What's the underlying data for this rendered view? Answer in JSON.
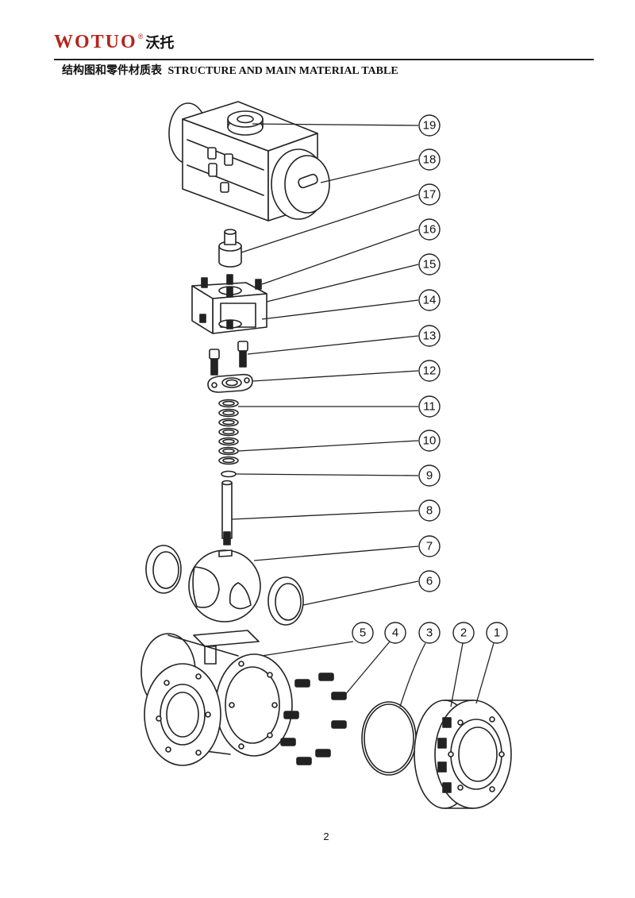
{
  "header": {
    "brand": "WOTUO",
    "brand_mark": "®",
    "brand_cn": "沃托",
    "title_cn": "结构图和零件材质表",
    "title_en": "STRUCTURE AND MAIN MATERIAL TABLE"
  },
  "callouts": [
    "19",
    "18",
    "17",
    "16",
    "15",
    "14",
    "13",
    "12",
    "11",
    "10",
    "9",
    "8",
    "7",
    "6",
    "5",
    "4",
    "3",
    "2",
    "1"
  ],
  "page_number": "2",
  "colors": {
    "brand": "#b3261e",
    "line": "#222222"
  }
}
